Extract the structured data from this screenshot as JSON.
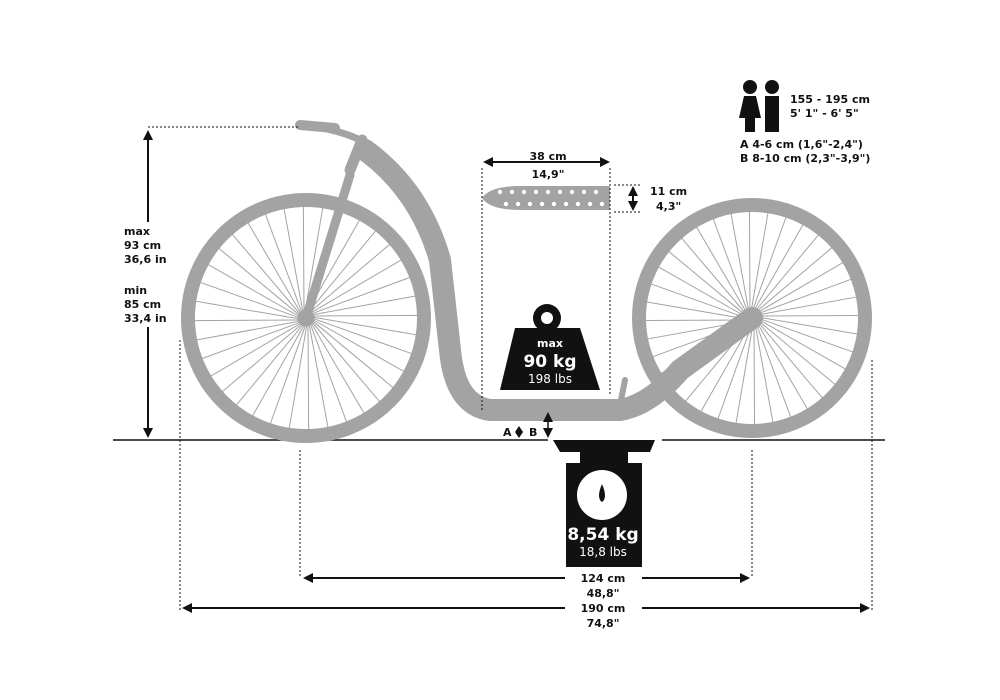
{
  "colors": {
    "frame": "#a3a3a3",
    "ink": "#111111",
    "background": "#ffffff"
  },
  "rider_height": {
    "icon": "man-woman-icon",
    "metric": "155 - 195 cm",
    "imperial": "5' 1\" - 6' 5\""
  },
  "clearance": {
    "a": "A 4-6 cm (1,6\"-2,4\")",
    "b": "B 8-10 cm (2,3\"-3,9\")",
    "a_marker": "A",
    "b_marker": "B"
  },
  "handlebar_height": {
    "max_label": "max",
    "max_cm": "93 cm",
    "max_in": "36,6 in",
    "min_label": "min",
    "min_cm": "85 cm",
    "min_in": "33,4 in"
  },
  "deck": {
    "length_cm": "38 cm",
    "length_in": "14,9\"",
    "width_cm": "11 cm",
    "width_in": "4,3\""
  },
  "max_load": {
    "label": "max",
    "kg": "90 kg",
    "lbs": "198 lbs"
  },
  "weight": {
    "kg": "8,54 kg",
    "lbs": "18,8 lbs"
  },
  "wheelbase": {
    "cm": "124 cm",
    "in": "48,8\""
  },
  "total_length": {
    "cm": "190 cm",
    "in": "74,8\""
  }
}
